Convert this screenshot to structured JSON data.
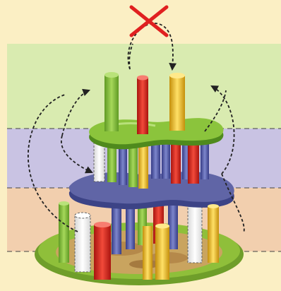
{
  "illustration": {
    "subject": "stacked-tower-game-piece-placement",
    "band_colors": {
      "background": "#fbefc4",
      "top_band": "#d9ebb0",
      "middle_band": "#c9c3e3",
      "bottom_band": "#f2cfae"
    },
    "levels": [
      {
        "name": "green-platform",
        "color": "#8bc43c"
      },
      {
        "name": "blue-platform",
        "color": "#6065a6"
      },
      {
        "name": "ground-base",
        "color": "#8fbf3a"
      }
    ],
    "stick_colors": {
      "green": "#8bc43c",
      "red": "#e2231a",
      "yellow": "#f1c21a",
      "blue": "#5a64b0",
      "white-dashed": "#ffffff"
    },
    "markers": {
      "forbidden": {
        "icon": "cross-mark-icon",
        "color": "#e02020"
      },
      "movement": {
        "icon": "dashed-arrow-icon",
        "color": "#222222"
      }
    }
  }
}
